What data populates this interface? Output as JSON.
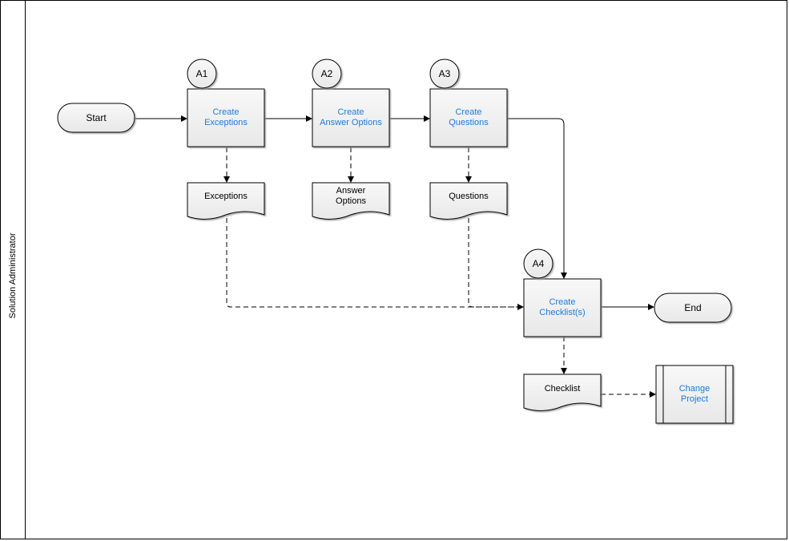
{
  "lane": {
    "label": "Solution Administrator"
  },
  "terminals": {
    "start": "Start",
    "end": "End"
  },
  "steps": [
    {
      "badge": "A1",
      "label": "Create\nExceptions"
    },
    {
      "badge": "A2",
      "label": "Create\nAnswer Options"
    },
    {
      "badge": "A3",
      "label": "Create\nQuestions"
    },
    {
      "badge": "A4",
      "label": "Create\nChecklist(s)"
    }
  ],
  "documents": [
    {
      "label": "Exceptions"
    },
    {
      "label": "Answer\nOptions"
    },
    {
      "label": "Questions"
    },
    {
      "label": "Checklist"
    }
  ],
  "subprocess": {
    "label": "Change\nProject"
  },
  "colors": {
    "link_text": "#1a7ce0",
    "shape_fill": "#f2f2f2",
    "stroke": "#000000"
  }
}
